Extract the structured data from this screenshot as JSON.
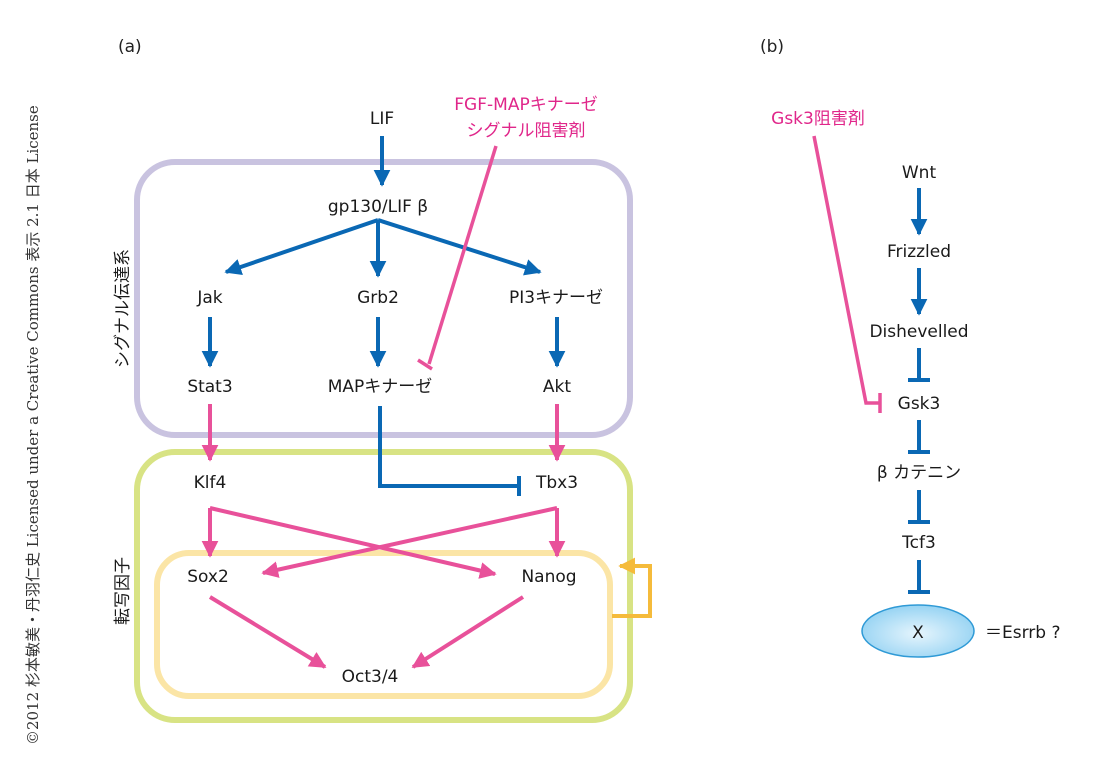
{
  "credit": "©2012 杉本敏美・丹羽仁史 Licensed under a Creative Commons 表示 2.1 日本 License",
  "colors": {
    "activation_blue": "#0a68b4",
    "activation_pink": "#e8519a",
    "inhibitor_label": "#e0268a",
    "signal_box": "#c9c3e0",
    "tf_box": "#d8e384",
    "core_box": "#fbe5a6",
    "self_loop": "#f5bb3b",
    "x_ellipse_fill": "#aedcf5",
    "x_ellipse_stroke": "#2f9ad6"
  },
  "panel_a": {
    "label": "(a)",
    "group_signal": "シグナル伝達系",
    "group_tf": "転写因子",
    "inhibitor": {
      "line1": "FGF-MAPキナーゼ",
      "line2": "シグナル阻害剤"
    },
    "nodes": {
      "lif": "LIF",
      "gp130": "gp130/LIF β",
      "jak": "Jak",
      "grb2": "Grb2",
      "pi3k": "PI3キナーゼ",
      "stat3": "Stat3",
      "mapk": "MAPキナーゼ",
      "akt": "Akt",
      "klf4": "Klf4",
      "tbx3": "Tbx3",
      "sox2": "Sox2",
      "nanog": "Nanog",
      "oct34": "Oct3/4"
    },
    "edges": [
      {
        "from": "LIF",
        "to": "gp130/LIF β",
        "type": "activation"
      },
      {
        "from": "gp130/LIF β",
        "to": "Jak",
        "type": "activation"
      },
      {
        "from": "gp130/LIF β",
        "to": "Grb2",
        "type": "activation"
      },
      {
        "from": "gp130/LIF β",
        "to": "PI3キナーゼ",
        "type": "activation"
      },
      {
        "from": "Jak",
        "to": "Stat3",
        "type": "activation"
      },
      {
        "from": "Grb2",
        "to": "MAPキナーゼ",
        "type": "activation"
      },
      {
        "from": "PI3キナーゼ",
        "to": "Akt",
        "type": "activation"
      },
      {
        "from": "FGF-MAPキナーゼシグナル阻害剤",
        "to": "MAPキナーゼ",
        "type": "inhibition"
      },
      {
        "from": "Stat3",
        "to": "Klf4",
        "type": "activation"
      },
      {
        "from": "Akt",
        "to": "Tbx3",
        "type": "activation"
      },
      {
        "from": "MAPキナーゼ",
        "to": "Tbx3",
        "type": "inhibition"
      },
      {
        "from": "Klf4",
        "to": "Sox2",
        "type": "activation"
      },
      {
        "from": "Klf4",
        "to": "Nanog",
        "type": "activation"
      },
      {
        "from": "Tbx3",
        "to": "Sox2",
        "type": "activation"
      },
      {
        "from": "Tbx3",
        "to": "Nanog",
        "type": "activation"
      },
      {
        "from": "Sox2",
        "to": "Oct3/4",
        "type": "activation"
      },
      {
        "from": "Nanog",
        "to": "Oct3/4",
        "type": "activation"
      },
      {
        "from": "core",
        "to": "core",
        "type": "self-activation"
      }
    ]
  },
  "panel_b": {
    "label": "(b)",
    "inhibitor": "Gsk3阻害剤",
    "nodes": {
      "wnt": "Wnt",
      "frizzled": "Frizzled",
      "dishevelled": "Dishevelled",
      "gsk3": "Gsk3",
      "bcatenin": "β カテニン",
      "tcf3": "Tcf3",
      "x": "X"
    },
    "x_note": "＝Esrrb ?",
    "edges": [
      {
        "from": "Wnt",
        "to": "Frizzled",
        "type": "activation"
      },
      {
        "from": "Frizzled",
        "to": "Dishevelled",
        "type": "activation"
      },
      {
        "from": "Dishevelled",
        "to": "Gsk3",
        "type": "inhibition"
      },
      {
        "from": "Gsk3阻害剤",
        "to": "Gsk3",
        "type": "inhibition"
      },
      {
        "from": "Gsk3",
        "to": "β カテニン",
        "type": "inhibition"
      },
      {
        "from": "β カテニン",
        "to": "Tcf3",
        "type": "inhibition"
      },
      {
        "from": "Tcf3",
        "to": "X",
        "type": "inhibition"
      }
    ]
  }
}
